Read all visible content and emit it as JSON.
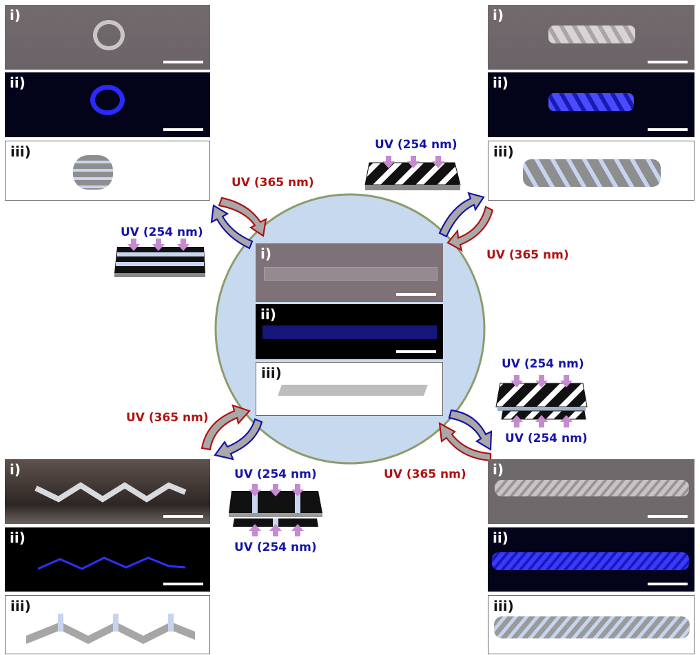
{
  "panel_labels": {
    "i": "i)",
    "ii": "ii)",
    "iii": "iii)"
  },
  "uv_365": "UV (365 nm)",
  "uv_254": "UV (254 nm)",
  "colors": {
    "red": "#b01212",
    "blue": "#1414a8",
    "circle": "#c6d9ef",
    "circle_border": "#8c9c6c",
    "uv_arrow": "#c58ad0"
  }
}
